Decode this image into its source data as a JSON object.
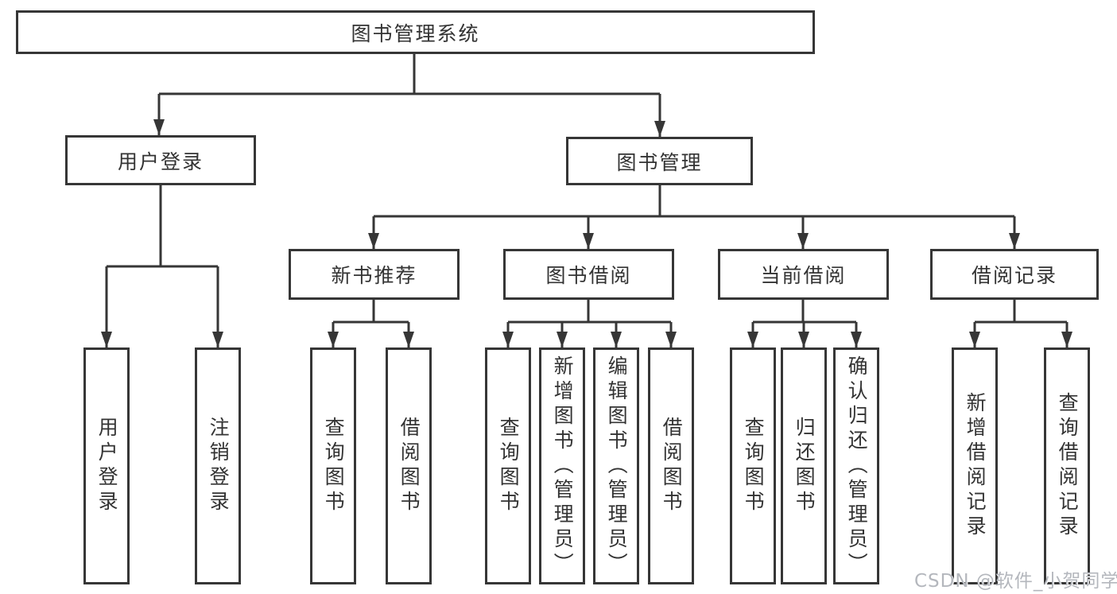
{
  "diagram": {
    "type": "hierarchy-tree",
    "orientation": "top-down"
  },
  "tree": {
    "label": "图书管理系统",
    "children": [
      {
        "label": "用户登录",
        "children": [
          {
            "label": "用户登录"
          },
          {
            "label": "注销登录"
          }
        ]
      },
      {
        "label": "图书管理",
        "children": [
          {
            "label": "新书推荐",
            "children": [
              {
                "label": "查询图书"
              },
              {
                "label": "借阅图书"
              }
            ]
          },
          {
            "label": "图书借阅",
            "children": [
              {
                "label": "查询图书"
              },
              {
                "label": "新增图书（管理员）"
              },
              {
                "label": "编辑图书（管理员）"
              },
              {
                "label": "借阅图书"
              }
            ]
          },
          {
            "label": "当前借阅",
            "children": [
              {
                "label": "查询图书"
              },
              {
                "label": "归还图书"
              },
              {
                "label": "确认归还（管理员）"
              }
            ]
          },
          {
            "label": "借阅记录",
            "children": [
              {
                "label": "新增借阅记录"
              },
              {
                "label": "查询借阅记录"
              }
            ]
          }
        ]
      }
    ]
  },
  "watermark": {
    "text": "CSDN @软件_小贺同学"
  },
  "colors": {
    "line": "#363636",
    "box_border": "#363636",
    "text": "#333333",
    "background": "#ffffff",
    "watermark": "#b4b7bd"
  }
}
